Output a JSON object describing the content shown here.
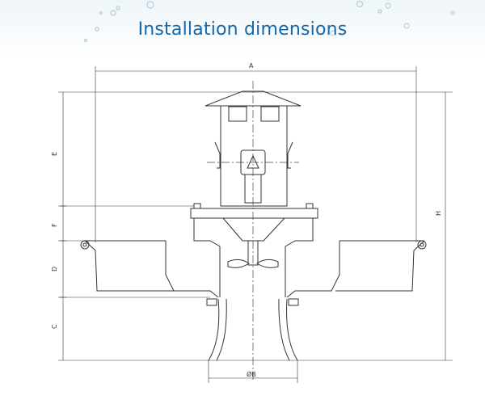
{
  "title": "Installation dimensions",
  "dimensions": {
    "A": "A",
    "E": "E",
    "F": "F",
    "D": "D",
    "C": "C",
    "H": "H",
    "B": "ØB"
  },
  "colors": {
    "title": "#1667a8",
    "line": "#333333"
  }
}
